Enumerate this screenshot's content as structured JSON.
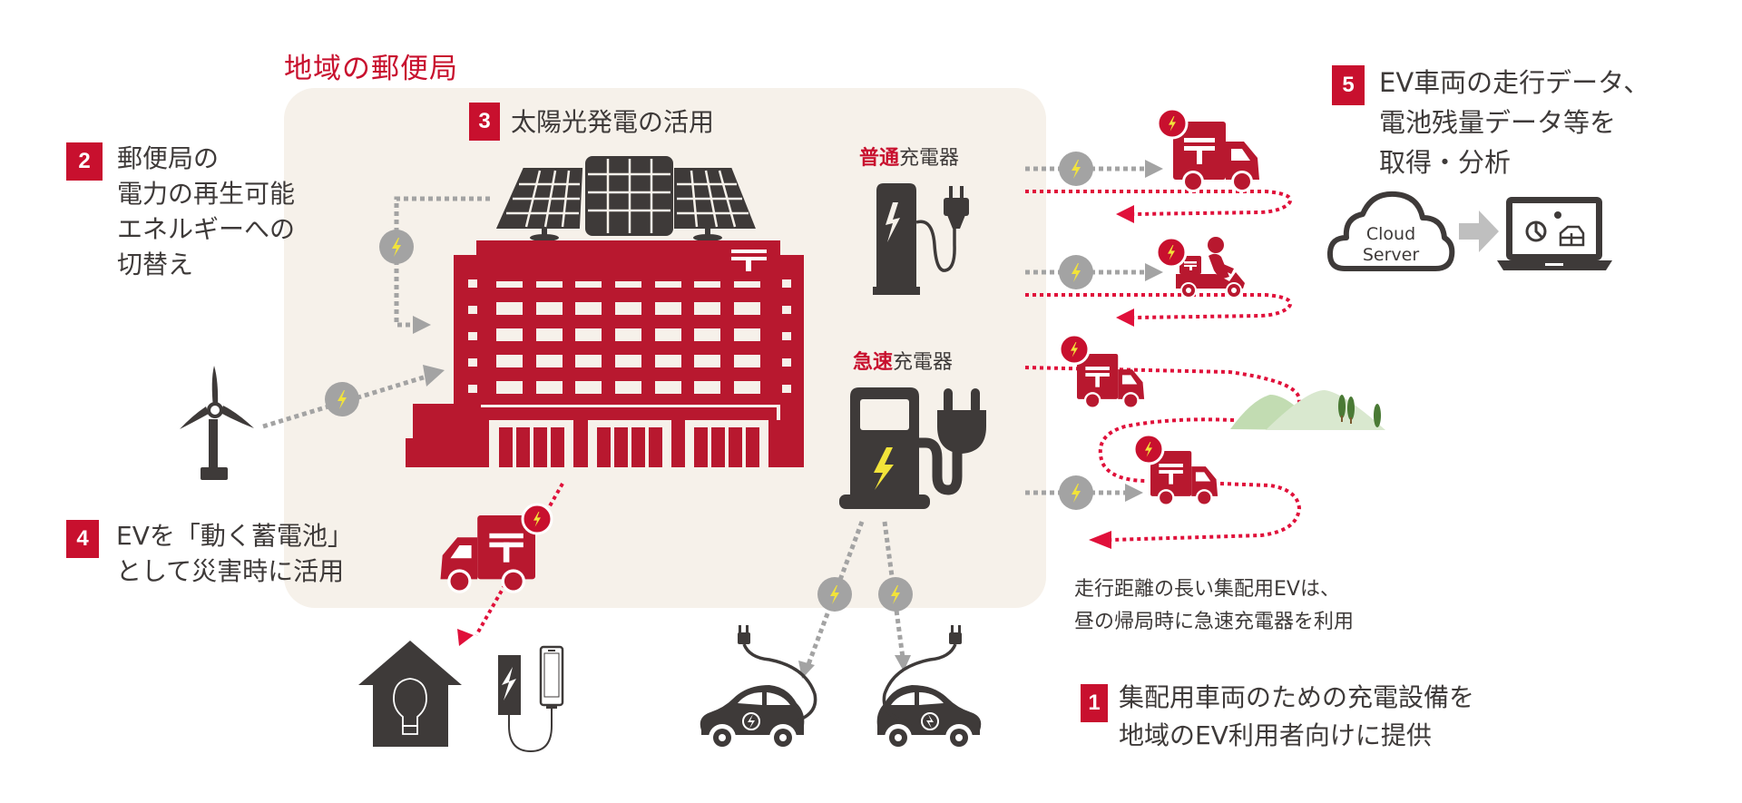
{
  "title": "地域の郵便局",
  "colors": {
    "brand_red": "#c8102e",
    "building_red": "#b8182f",
    "panel_bg": "#f6f1ea",
    "icon_dark": "#3e3a39",
    "flow_gray": "#a0a0a0",
    "bolt_yellow": "#f2e33a",
    "route_red": "#e0103a",
    "hill_light": "#d9e8cf",
    "hill_mid": "#c2dcb2",
    "tree_green": "#4a7a35"
  },
  "callouts": [
    {
      "number": "1",
      "lines": [
        "集配用車両のための充電設備を",
        "地域のEV利用者向けに提供"
      ]
    },
    {
      "number": "2",
      "lines": [
        "郵便局の",
        "電力の再生可能",
        "エネルギーへの",
        "切替え"
      ]
    },
    {
      "number": "3",
      "lines": [
        "太陽光発電の活用"
      ]
    },
    {
      "number": "4",
      "lines": [
        "EVを「動く蓄電池」",
        "として災害時に活用"
      ]
    },
    {
      "number": "5",
      "lines": [
        "EV車両の走行データ、",
        "電池残量データ等を",
        "取得・分析"
      ]
    }
  ],
  "chargers": {
    "normal": {
      "highlight": "普通",
      "rest": "充電器"
    },
    "fast": {
      "highlight": "急速",
      "rest": "充電器"
    }
  },
  "note": {
    "lines": [
      "走行距離の長い集配用EVは、",
      "昼の帰局時に急速充電器を利用"
    ]
  },
  "cloud": {
    "line1": "Cloud",
    "line2": "Server"
  },
  "icons": [
    "solar-panel-icon",
    "post-office-building-icon",
    "wind-turbine-icon",
    "normal-charger-icon",
    "fast-charger-icon",
    "delivery-truck-icon",
    "delivery-scooter-icon",
    "house-lightbulb-icon",
    "power-bank-phone-icon",
    "electric-car-icon",
    "cloud-server-icon",
    "laptop-analytics-icon",
    "lightning-bolt-icon",
    "hills-icon"
  ]
}
